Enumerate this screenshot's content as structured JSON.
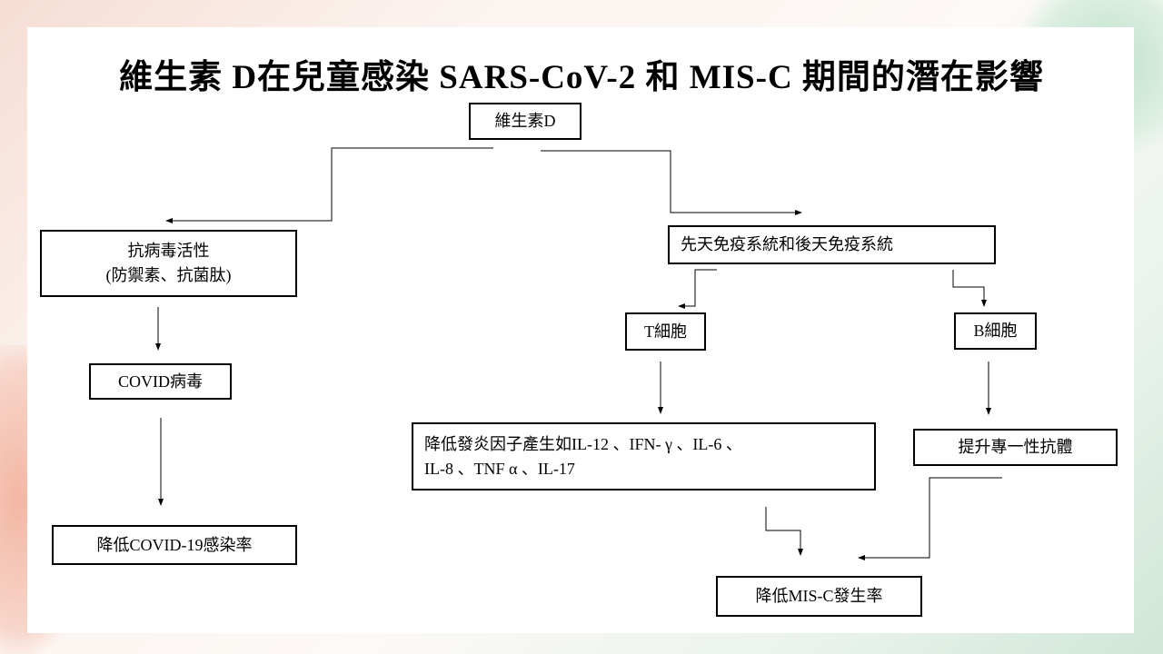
{
  "title": "維生素 D在兒童感染 SARS-CoV-2 和 MIS-C 期間的潛在影響",
  "nodes": {
    "vitd": "維生素D",
    "antiviral_line1": "抗病毒活性",
    "antiviral_line2": "(防禦素、抗菌肽)",
    "covid_virus": "COVID病毒",
    "reduce_covid": "降低COVID-19感染率",
    "immune": "先天免疫系統和後天免疫系統",
    "t_cell": "T細胞",
    "b_cell": "B細胞",
    "cytokines_line1": "降低發炎因子產生如IL-12 、IFN- γ 、IL-6 、",
    "cytokines_line2": "IL-8 、TNF α 、IL-17",
    "antibody": "提升專一性抗體",
    "reduce_misc": "降低MIS-C發生率"
  }
}
